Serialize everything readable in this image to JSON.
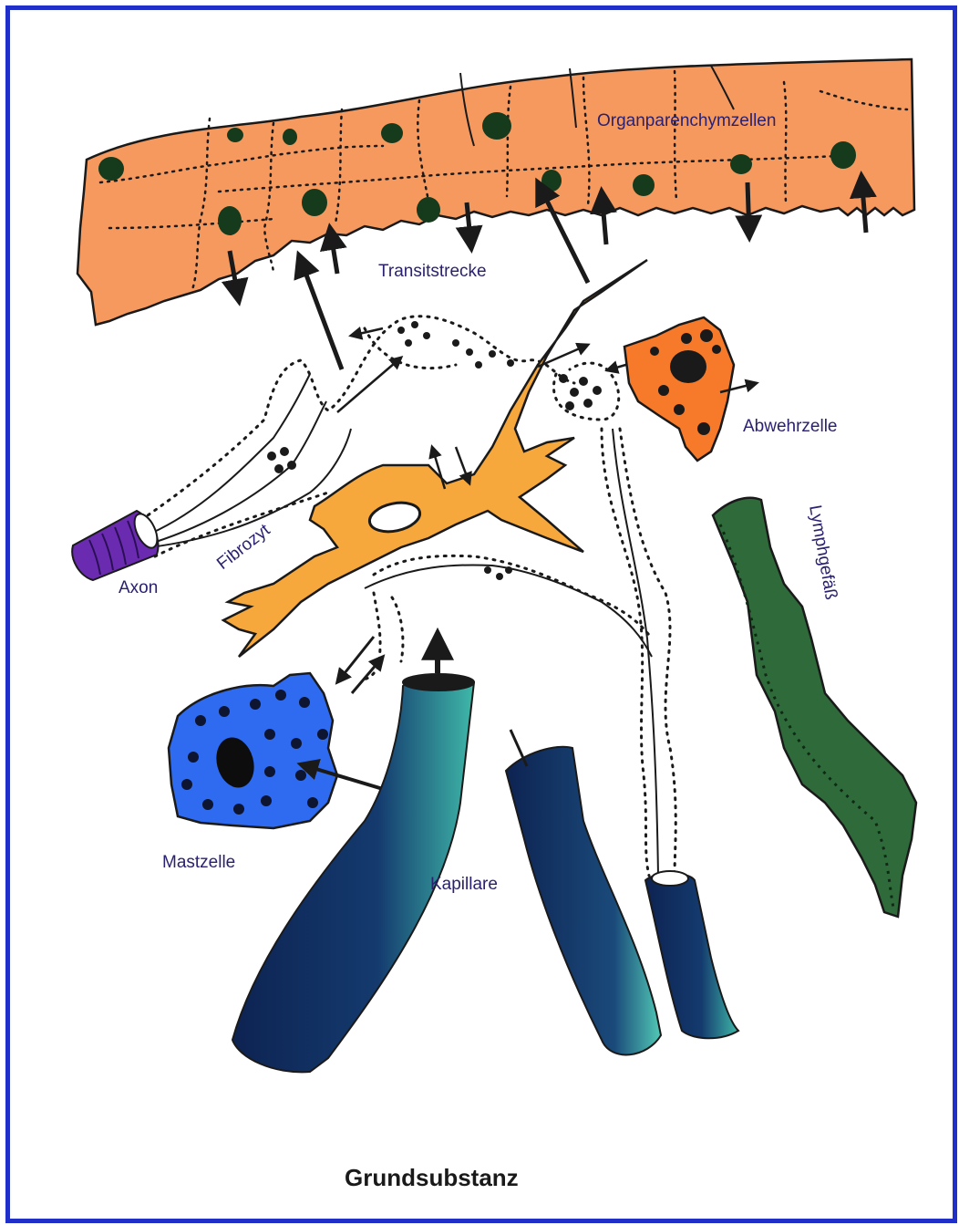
{
  "labels": {
    "organ_cells": "Organparenchymzellen",
    "transit": "Transitstrecke",
    "defense_cell": "Abwehrzelle",
    "fibrocyte": "Fibrozyt",
    "axon": "Axon",
    "lymph_vessel": "Lymphgefäß",
    "mast_cell": "Mastzelle",
    "capillary": "Kapillare",
    "ground_substance": "Grundsubstanz"
  },
  "colors": {
    "frame": "#1f2fc8",
    "organ_tissue": "#f6995f",
    "nucleus": "#163a1c",
    "fibrocyte": "#f7a83c",
    "defense_cell": "#f67a2a",
    "mast_cell": "#2f6bf0",
    "axon": "#6a2bb0",
    "lymph_vessel": "#2f6b3a",
    "capillary_dark": "#0d2352",
    "capillary_light": "#3fb8a8"
  }
}
